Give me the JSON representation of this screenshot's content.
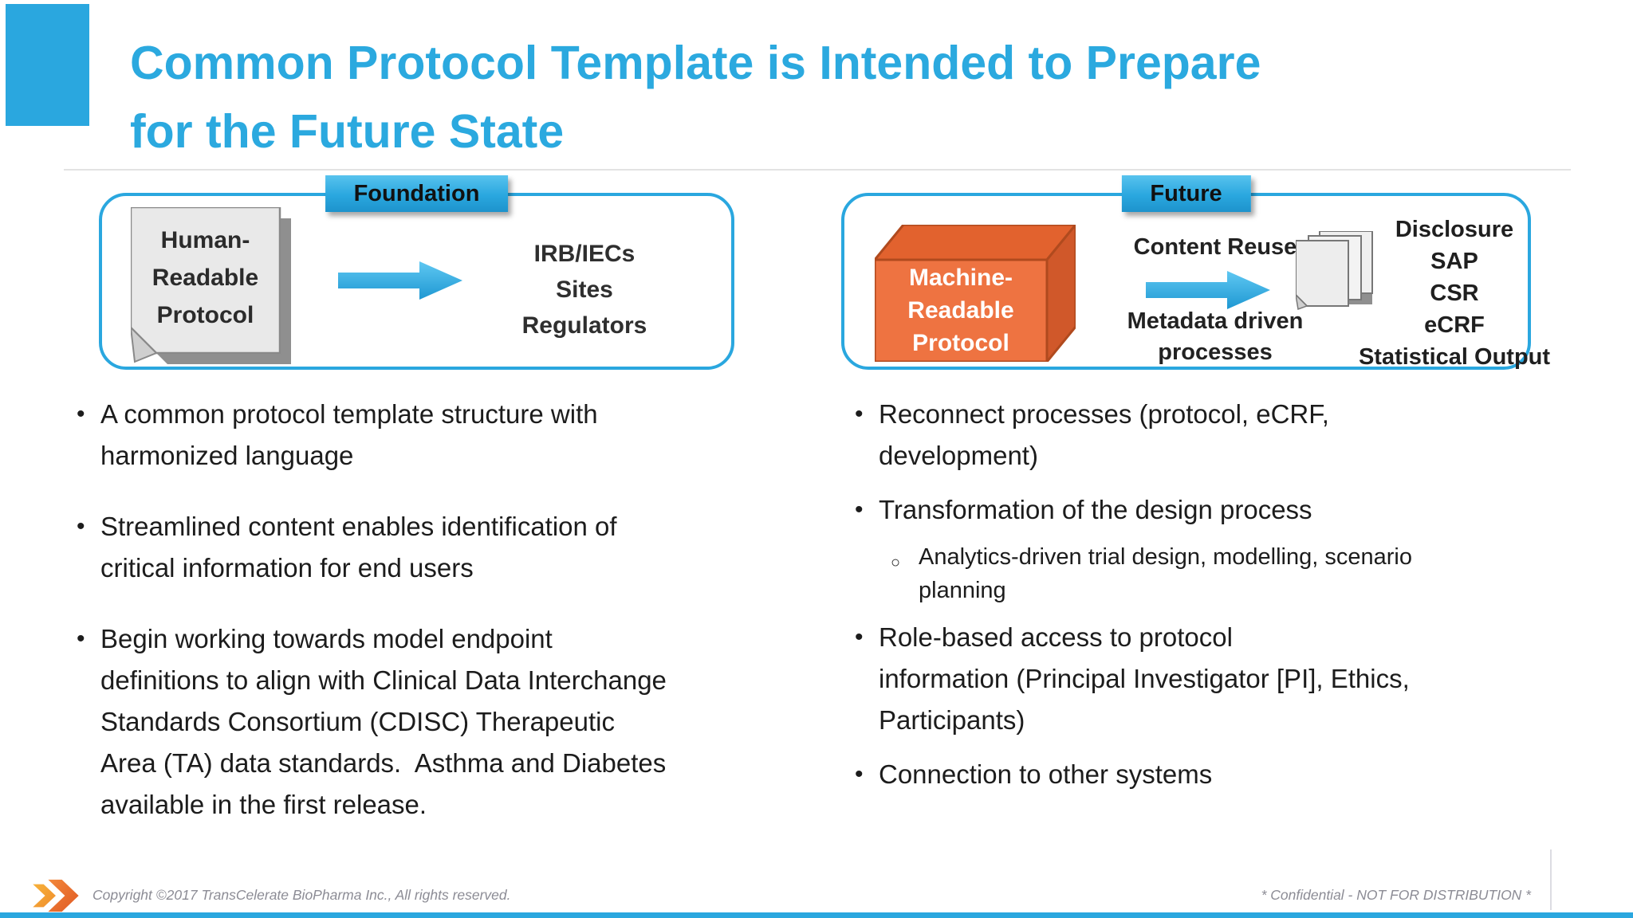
{
  "title": {
    "lines": [
      "Common Protocol Template is Intended to Prepare",
      "for the Future State"
    ]
  },
  "colors": {
    "accent_blue": "#2AA7DF",
    "cube_orange_front": "#EE7341",
    "cube_orange_top": "#E2622E",
    "cube_orange_side": "#D0582A",
    "icon_gray": "#E9E9E9",
    "logo_orange": "#E8632C",
    "logo_gold": "#F5A93C",
    "footer_gray": "#8C8C95",
    "text_dark": "#1C1C1C"
  },
  "glyphs": {
    "bullet": "•",
    "sub_bullet": "○"
  },
  "foundation": {
    "label": "Foundation",
    "doc_lines": [
      "Human-",
      "Readable",
      "Protocol"
    ],
    "audience_lines": [
      "IRB/IECs",
      "Sites",
      "Regulators"
    ]
  },
  "future": {
    "label": "Future",
    "cube_lines": [
      "Machine-",
      "Readable",
      "Protocol"
    ],
    "arrow_top_label": "Content Reuse",
    "arrow_bottom_lines": [
      "Metadata driven",
      "processes"
    ],
    "outputs": [
      "Disclosure",
      "SAP",
      "CSR",
      "eCRF",
      "Statistical Output"
    ]
  },
  "left_bullets": [
    {
      "lines": [
        "A common protocol template structure with",
        "harmonized language"
      ]
    },
    {
      "lines": [
        "Streamlined content enables identification of",
        "critical information for end users"
      ]
    },
    {
      "lines": [
        "Begin working towards model endpoint",
        "definitions to align with Clinical Data Interchange",
        "Standards Consortium (CDISC) Therapeutic",
        "Area (TA) data standards.  Asthma and Diabetes",
        "available in the first release."
      ]
    }
  ],
  "right_bullets": [
    {
      "lines": [
        "Reconnect processes (protocol, eCRF,",
        "development)"
      ]
    },
    {
      "lines": [
        "Transformation of the design process"
      ]
    },
    {
      "lines": [
        "Role-based access to protocol",
        "information (Principal Investigator [PI], Ethics,",
        "Participants)"
      ]
    },
    {
      "lines": [
        "Connection to other systems"
      ]
    }
  ],
  "sub_bullet": {
    "lines": [
      "Analytics-driven trial design, modelling, scenario",
      "planning"
    ]
  },
  "footer": {
    "copyright": "Copyright ©2017 TransCelerate BioPharma Inc., All rights reserved.",
    "confidential": "* Confidential - NOT FOR DISTRIBUTION *"
  }
}
